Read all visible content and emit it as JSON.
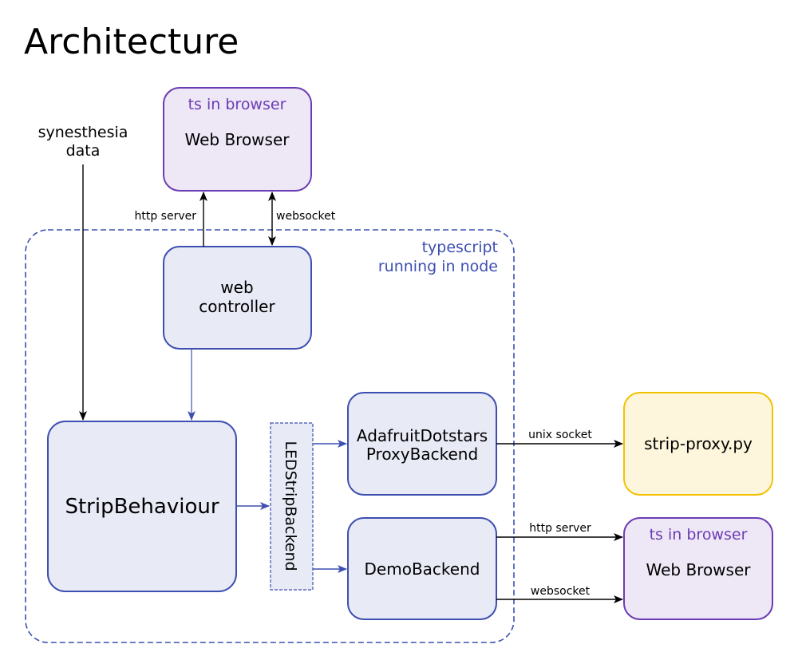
{
  "title": "Architecture",
  "colors": {
    "blue_stroke": "#3d4fb0",
    "blue_fill": "#e8eaf6",
    "purple_stroke": "#6b3cb4",
    "purple_fill": "#ede7f6",
    "purple_text": "#6b3cb4",
    "yellow_stroke": "#f2c200",
    "yellow_fill": "#fdf6dc",
    "container_text": "#3d4fb0",
    "arrow_black": "#000000"
  },
  "external_input": {
    "line1": "synesthesia",
    "line2": "data"
  },
  "container": {
    "line1": "typescript",
    "line2": "running in node"
  },
  "web_browser_top": {
    "tag": "ts in browser",
    "label": "Web Browser"
  },
  "web_controller": {
    "line1": "web",
    "line2": "controller"
  },
  "strip_behaviour": {
    "label": "StripBehaviour"
  },
  "led_strip_backend": {
    "label": "LEDStripBackend"
  },
  "adafruit_backend": {
    "line1": "AdafruitDotstars",
    "line2": "ProxyBackend"
  },
  "demo_backend": {
    "label": "DemoBackend"
  },
  "strip_proxy": {
    "label": "strip-proxy.py"
  },
  "web_browser_bottom": {
    "tag": "ts in browser",
    "label": "Web Browser"
  },
  "edges": {
    "http_server_top": "http server",
    "websocket_top": "websocket",
    "unix_socket": "unix socket",
    "http_server_bottom": "http server",
    "websocket_bottom": "websocket"
  }
}
